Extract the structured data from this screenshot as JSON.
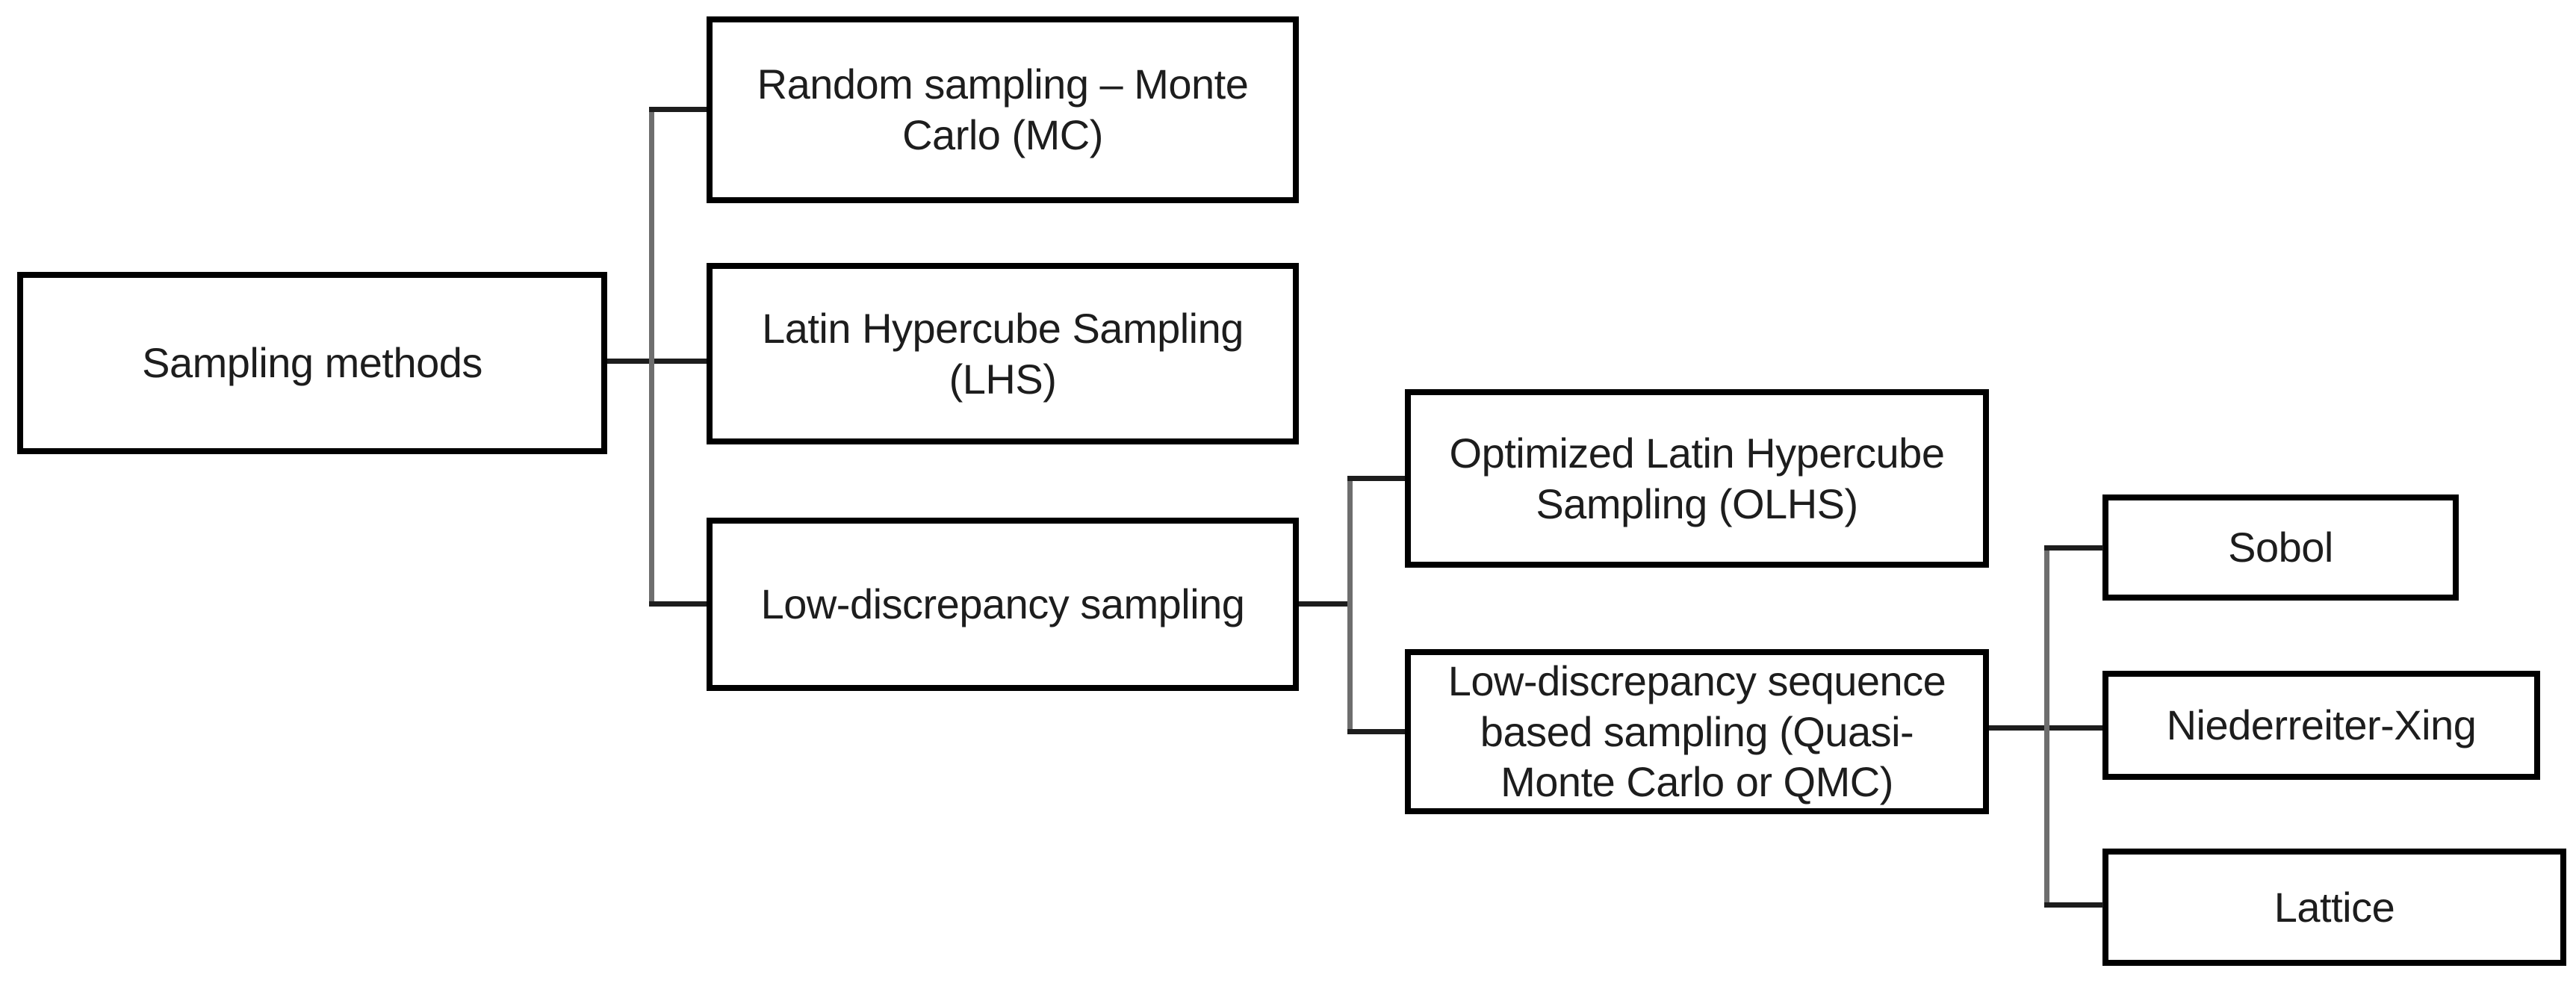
{
  "diagram": {
    "background_color": "#ffffff",
    "box_border_color": "#000000",
    "text_color": "#1d1d1d",
    "connector_horizontal_color": "#1d1d1d",
    "connector_vertical_color": "#6e6e6e",
    "nodes": {
      "root": {
        "label": "Sampling methods"
      },
      "mc": {
        "label": "Random sampling – Monte\nCarlo (MC)"
      },
      "lhs": {
        "label": "Latin Hypercube Sampling\n(LHS)"
      },
      "lds": {
        "label": "Low-discrepancy sampling"
      },
      "olhs": {
        "label": "Optimized Latin Hypercube\nSampling (OLHS)"
      },
      "qmc": {
        "label": "Low-discrepancy sequence\nbased sampling (Quasi-\nMonte Carlo or QMC)"
      },
      "sobol": {
        "label": "Sobol"
      },
      "niederreiter_xing": {
        "label": "Niederreiter-Xing"
      },
      "lattice": {
        "label": "Lattice"
      }
    },
    "hierarchy": [
      {
        "parent": "root",
        "children": [
          "mc",
          "lhs",
          "lds"
        ]
      },
      {
        "parent": "lds",
        "children": [
          "olhs",
          "qmc"
        ]
      },
      {
        "parent": "qmc",
        "children": [
          "sobol",
          "niederreiter_xing",
          "lattice"
        ]
      }
    ]
  }
}
